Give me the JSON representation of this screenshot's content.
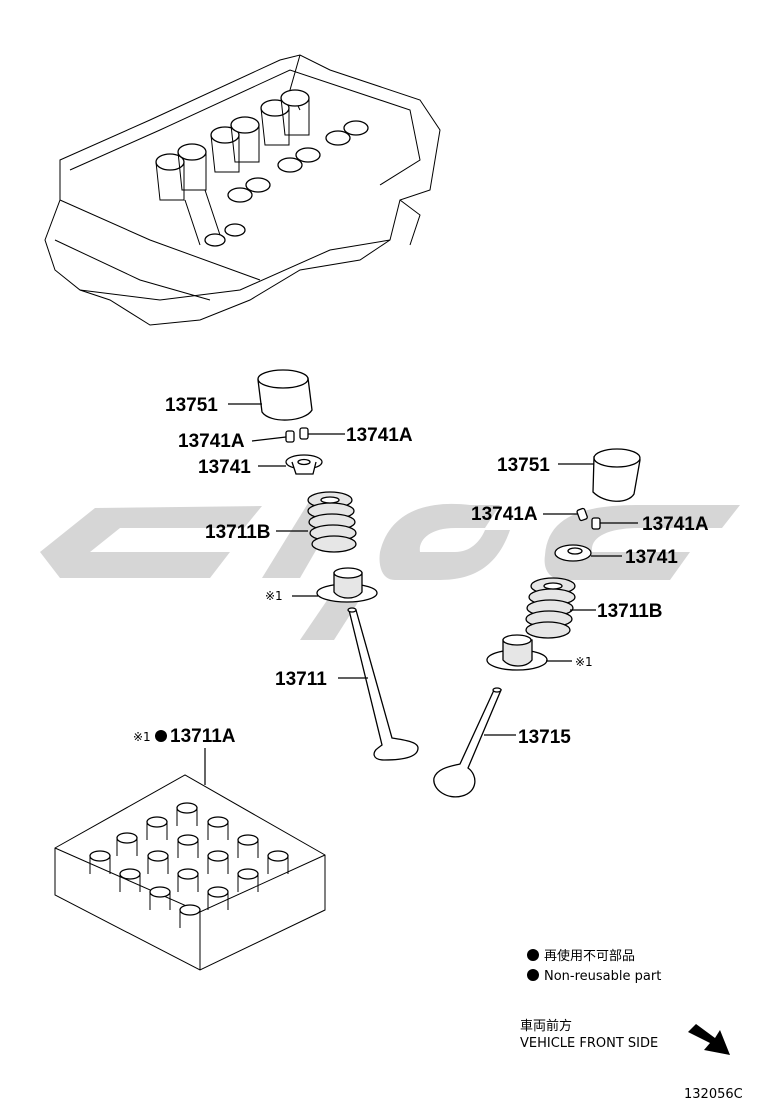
{
  "labels": {
    "left_lifter": "13751",
    "left_keeper_a": "13741A",
    "left_keeper_b": "13741A",
    "left_retainer": "13741",
    "left_spring": "13711B",
    "left_seal_mark": "※1",
    "intake_valve": "13711",
    "seal_kit_mark": "※1",
    "seal_kit_part": "13711A",
    "right_lifter": "13751",
    "right_keeper_a": "13741A",
    "right_keeper_b": "13741A",
    "right_retainer": "13741",
    "right_spring": "13711B",
    "right_seal_mark": "※1",
    "exhaust_valve": "13715"
  },
  "legend": {
    "jp": "再使用不可部品",
    "en": "Non-reusable part"
  },
  "direction": {
    "jp": "車両前方",
    "en": "VEHICLE FRONT SIDE"
  },
  "diagram_code": "132056C",
  "watermark": {
    "color": "#d4d4d4"
  }
}
